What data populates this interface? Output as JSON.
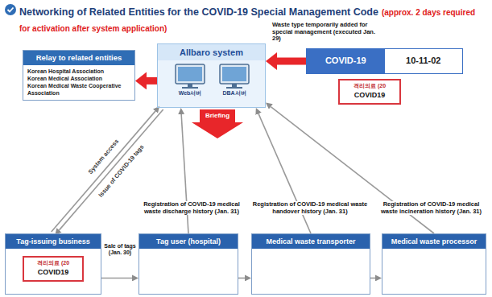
{
  "diagram": {
    "title": "Networking of Related Entities for the COVID-19 Special Management Code",
    "nodes": [
      {
        "text": [
          "Relay to related entities",
          "Korean Hospital Association",
          "Korean Medical Association",
          "Korean Medical Waste Cooperative Association"
        ]
      },
      {
        "text": [
          "Allbaro system"
        ]
      },
      {
        "text": [
          "COVID-19",
          "10-11-02"
        ]
      },
      {
        "text": [
          "격리의료 (20",
          "COVID19"
        ]
      },
      {
        "text": [
          "Tag-issuing business"
        ]
      },
      {
        "text": [
          "격리의료 (20",
          "COVID19"
        ],
        "in": 4
      },
      {
        "text": [
          "Tag user (hospital)"
        ]
      },
      {
        "text": [
          "Medical waste transporter"
        ]
      },
      {
        "text": [
          "Medical waste processor"
        ]
      }
    ],
    "edges": [
      {
        "from": 2,
        "to": 1,
        "arrow": "to"
      },
      {
        "from": 1,
        "to": 0,
        "arrow": "to"
      },
      {
        "from": 4,
        "to": 1,
        "arrow": "to",
        "label": "System access"
      },
      {
        "from": 1,
        "to": 4,
        "arrow": "to",
        "label": "Issue of COVID-19 tags"
      },
      {
        "from": 6,
        "to": 1,
        "arrow": "to",
        "label": "Registration of COVID-19 medical waste discharge history (Jan. 31)"
      },
      {
        "from": 7,
        "to": 1,
        "arrow": "to",
        "label": "Registration of COVID-19 medical waste handover history (Jan. 31)"
      },
      {
        "from": 8,
        "to": 1,
        "arrow": "to",
        "label": "Registration of COVID-19 medical waste incineration history (Jan. 31)"
      },
      {
        "from": 4,
        "to": 6,
        "arrow": "to",
        "label": "Sale of tags (Jan. 30)"
      },
      {
        "from": 6,
        "to": 7,
        "arrow": "to"
      },
      {
        "from": 7,
        "to": 8,
        "arrow": "to"
      }
    ],
    "labels": [
      "(approx. 2 days required for activation after system application)",
      "Waste type temporarily added for special management (executed Jan. 29)",
      "Web서버",
      "DBA서버",
      "Briefing"
    ]
  }
}
